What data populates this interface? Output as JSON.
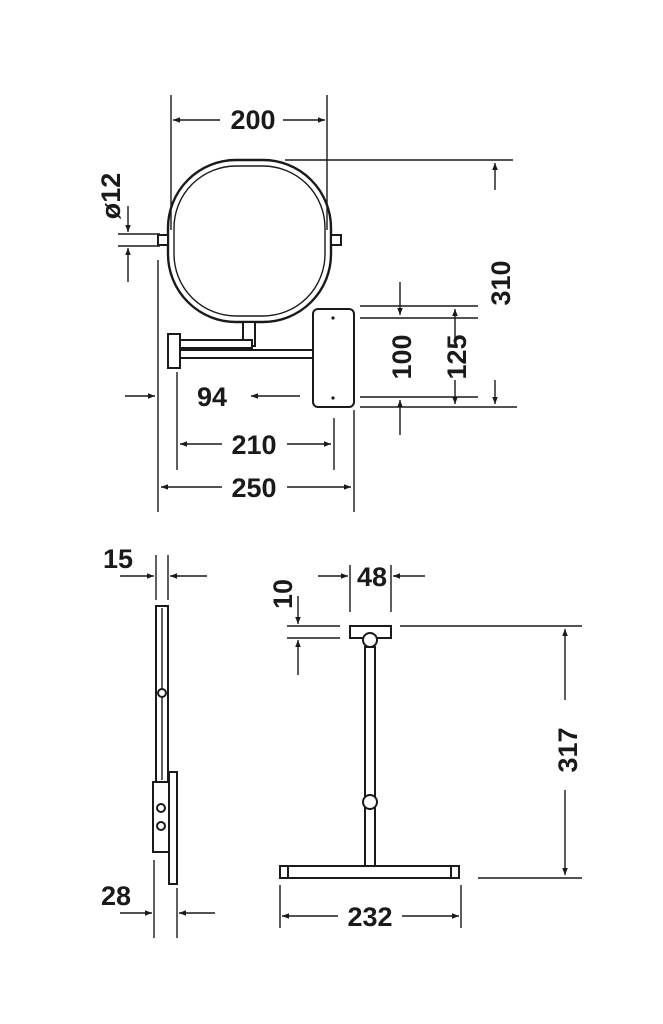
{
  "dimensions": {
    "top_width": "200",
    "pivot_diameter": "ø12",
    "overall_height": "310",
    "plate_inner": "100",
    "plate_outer": "125",
    "wall_offset": "94",
    "arm_length": "210",
    "overall_length": "250",
    "mirror_depth": "15",
    "plate_depth": "28",
    "stand_pivot": "48",
    "stand_top": "10",
    "stand_height": "317",
    "stand_base_width": "232"
  },
  "colors": {
    "line": "#1a1a1a",
    "background": "#ffffff"
  }
}
